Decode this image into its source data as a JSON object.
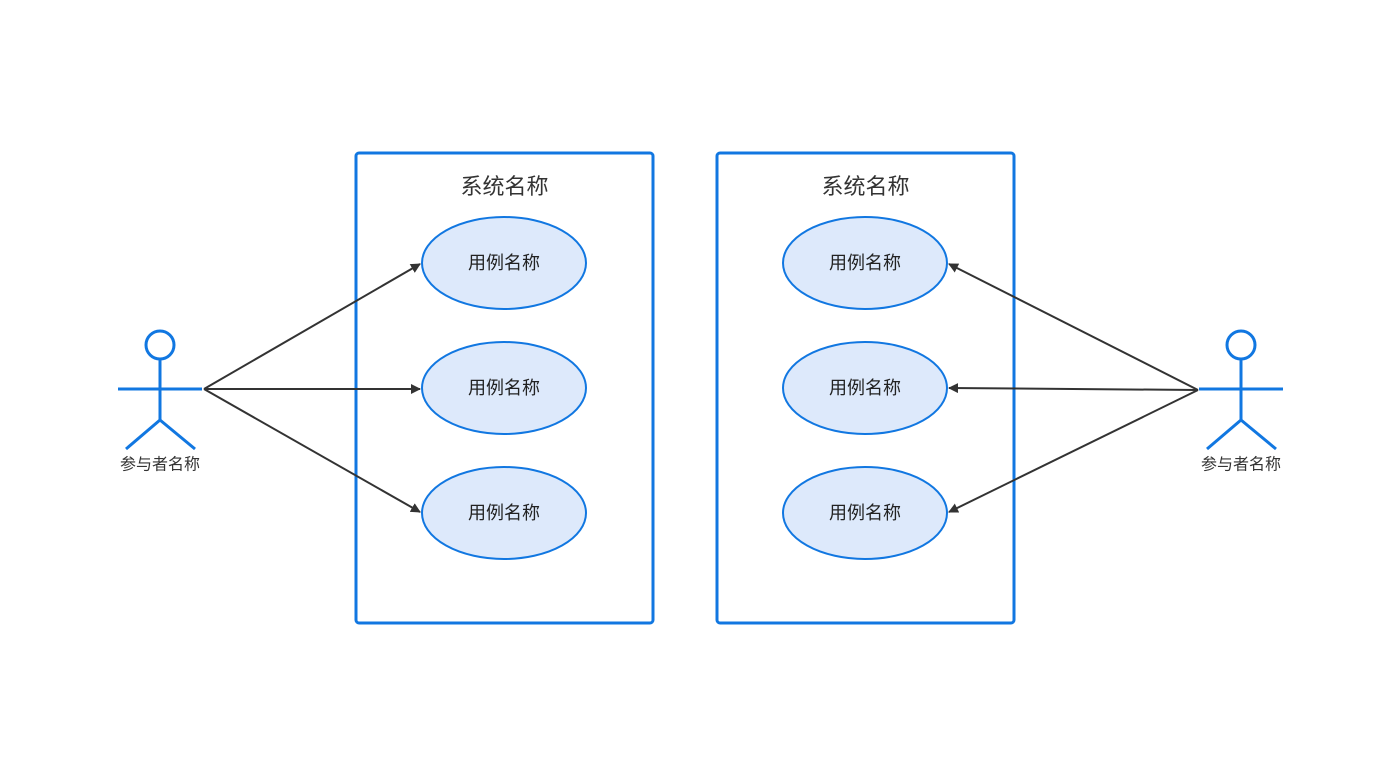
{
  "colors": {
    "primary": "#1177e1",
    "usecase_fill": "#dde9fb",
    "line": "#333333",
    "text": "#333333"
  },
  "systems": [
    {
      "title": "系统名称",
      "use_cases": [
        "用例名称",
        "用例名称",
        "用例名称"
      ]
    },
    {
      "title": "系统名称",
      "use_cases": [
        "用例名称",
        "用例名称",
        "用例名称"
      ]
    }
  ],
  "actors": [
    {
      "name": "参与者名称",
      "side": "left",
      "connects_to_system": 0
    },
    {
      "name": "参与者名称",
      "side": "right",
      "connects_to_system": 1
    }
  ],
  "associations": "directed arrows from each actor to each use case of the adjacent system"
}
